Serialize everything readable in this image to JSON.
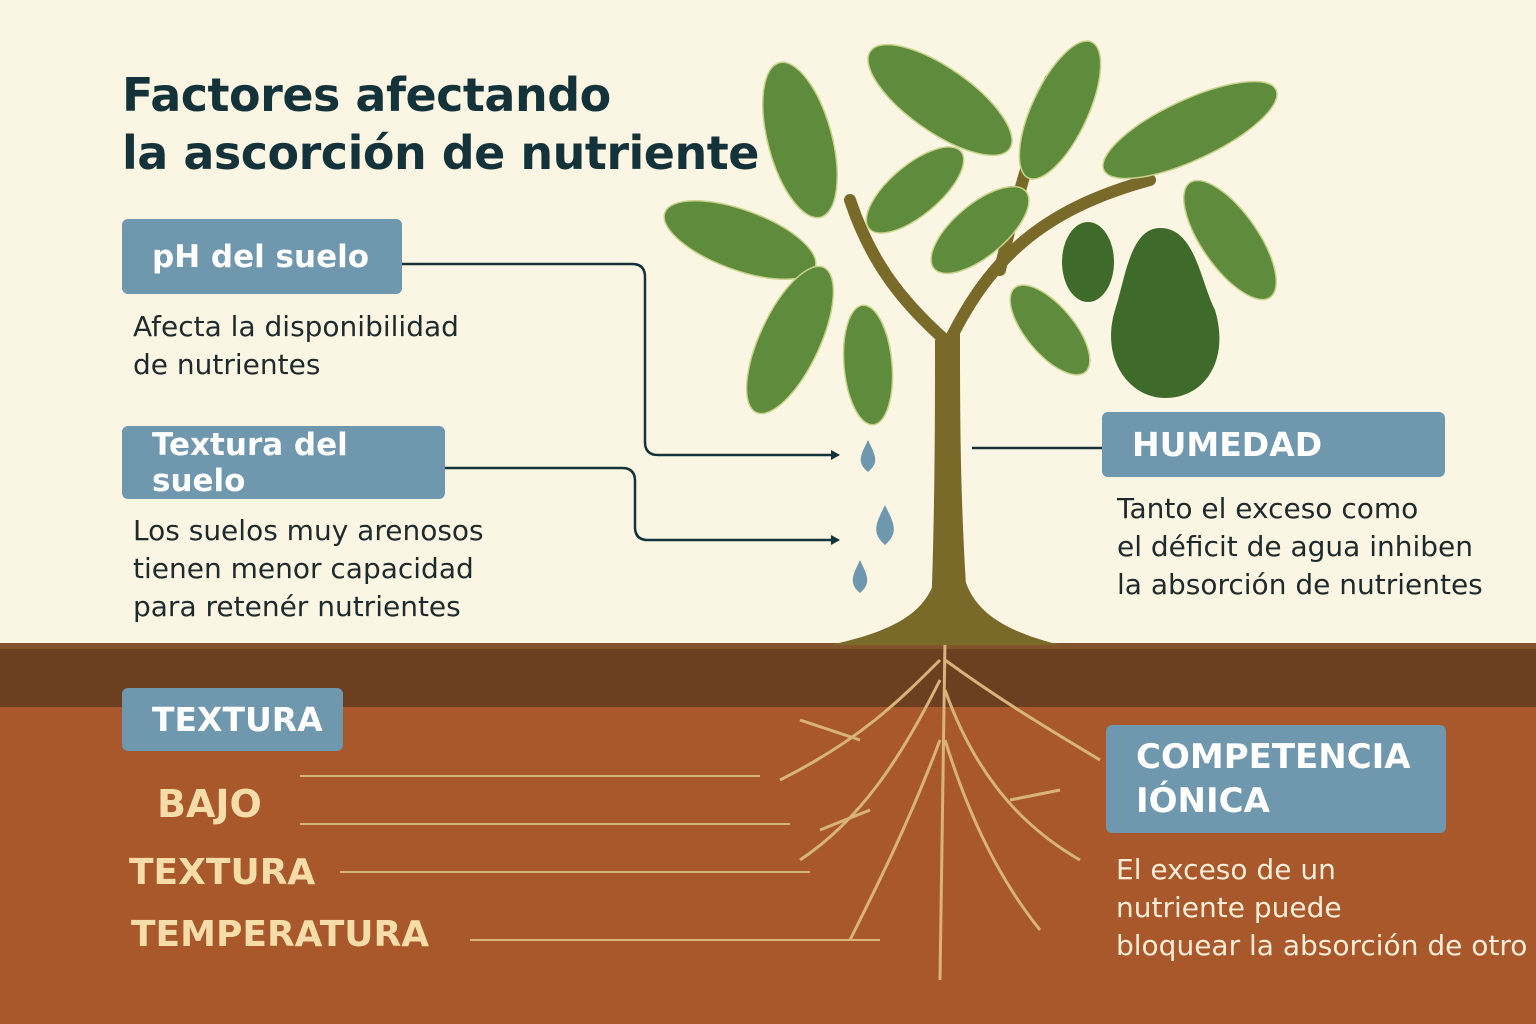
{
  "title": {
    "line1": "Factores afectando",
    "line2": "la ascorción de nutriente"
  },
  "factors": {
    "ph": {
      "label": "pH del suelo",
      "desc1": "Afecta la disponibilidad",
      "desc2": "de nutrientes"
    },
    "textura_suelo": {
      "label": "Textura del suelo",
      "desc1": "Los suelos muy arenosos",
      "desc2": "tienen menor capacidad",
      "desc3": "para retenér nutrientes"
    },
    "humedad": {
      "label": "HUMEDAD",
      "desc1": "Tanto el exceso como",
      "desc2": "el déficit de agua inhiben",
      "desc3": "la absorción de nutrientes"
    },
    "competencia": {
      "label1": "COMPETENCIA",
      "label2": "IÓNICA",
      "desc1": "El exceso de un",
      "desc2": "nutriente puede",
      "desc3": "bloquear la absorción de otro"
    },
    "textura": {
      "label": "TEXTURA"
    }
  },
  "soil_labels": [
    "BAJO",
    "TEXTURA",
    "TEMPERATURA"
  ],
  "colors": {
    "background": "#fbf6e4",
    "label_box": "#6f97ad",
    "soil": "#a9582b",
    "topsoil": "#6b3f20",
    "leaf": "#5a8a3a"
  }
}
